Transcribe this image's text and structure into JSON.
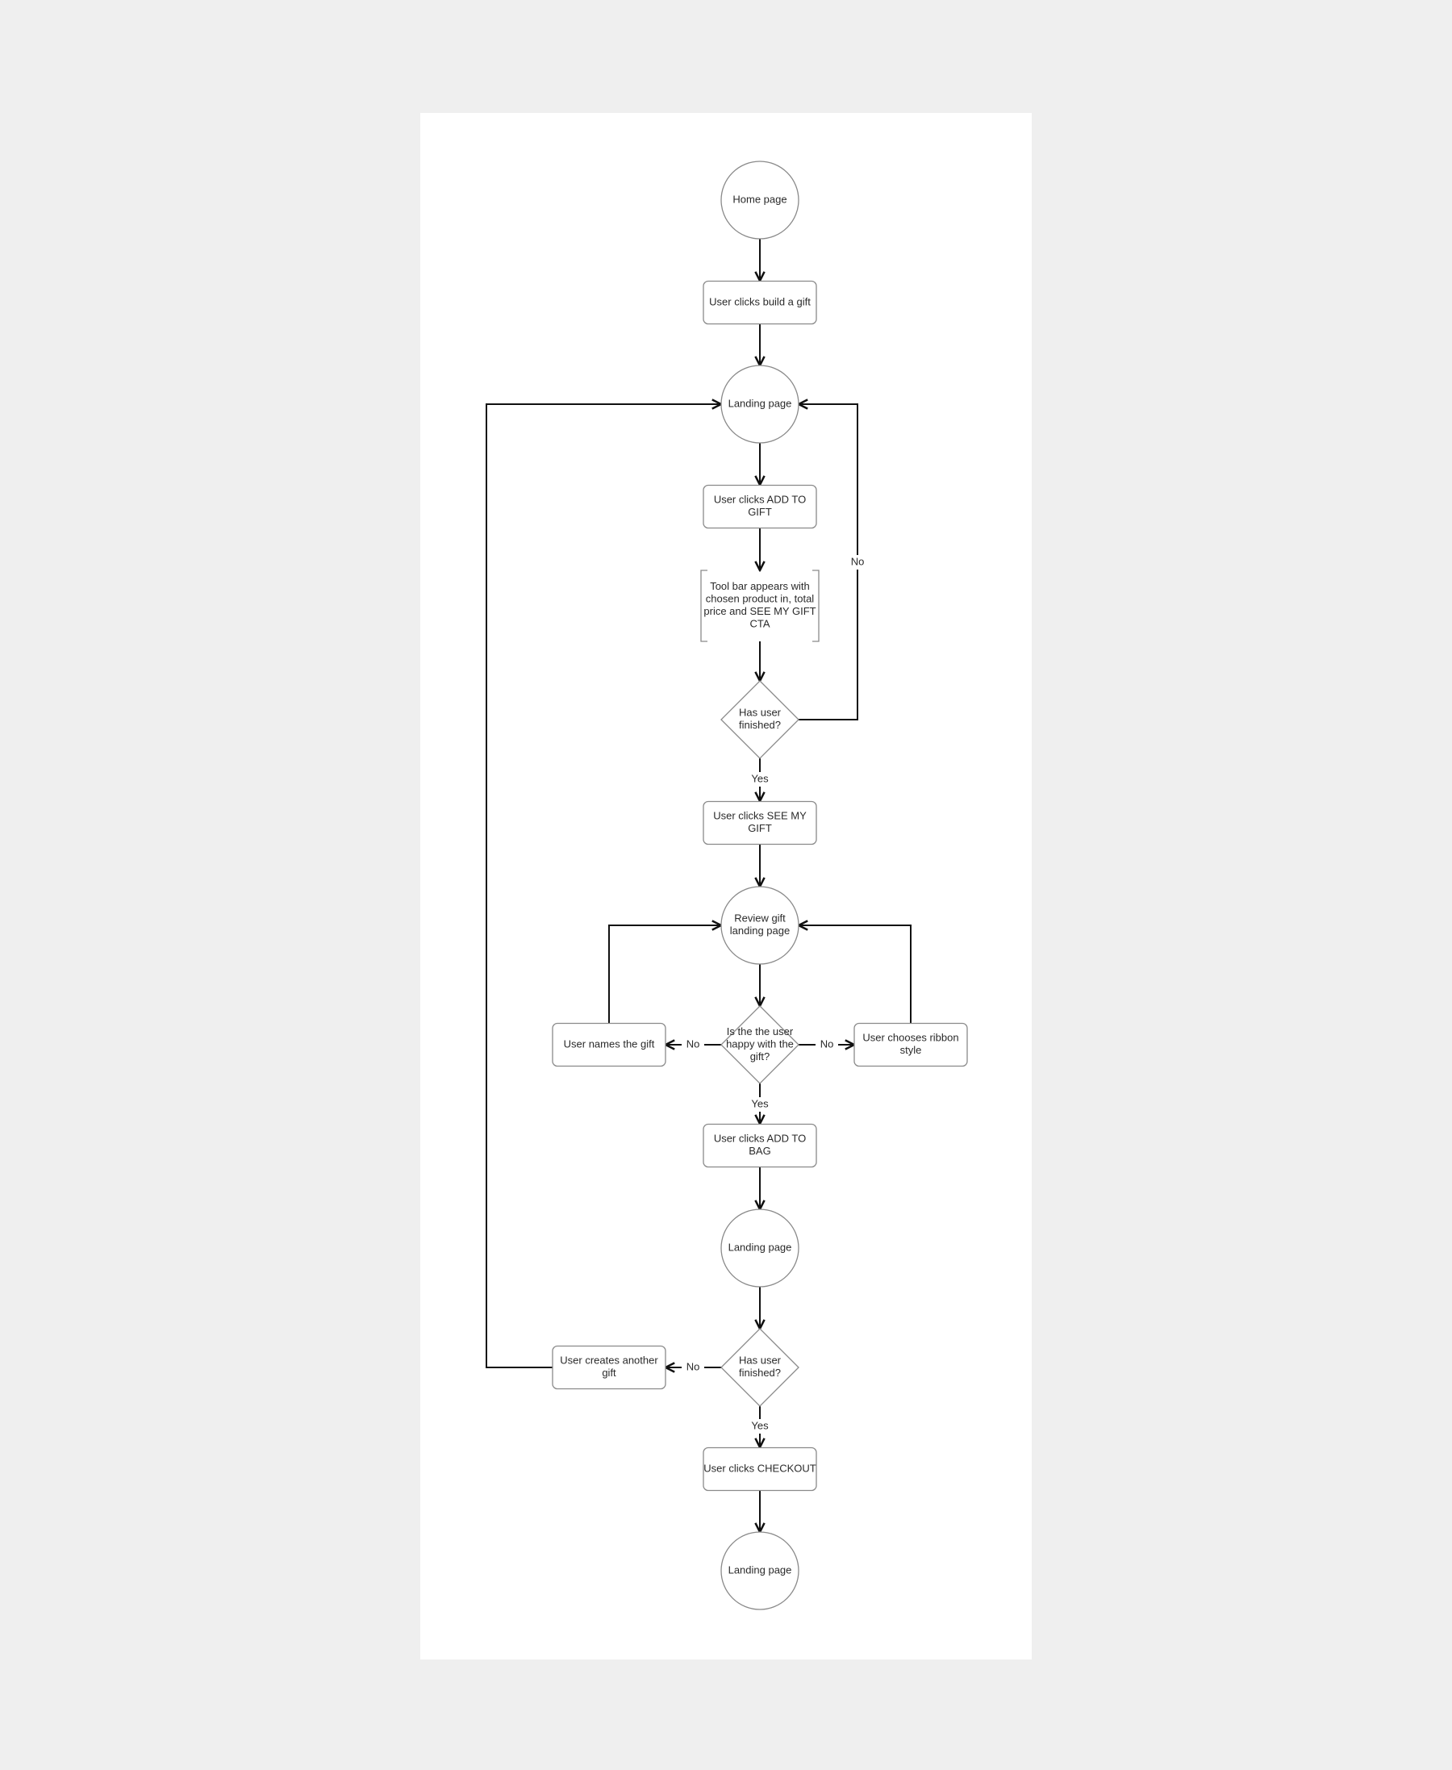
{
  "colors": {
    "page_background": "#efefef",
    "canvas_background": "#ffffff",
    "node_stroke": "#8a8a8a",
    "edge_stroke": "#111111",
    "text": "#2a2a2a"
  },
  "nodes": [
    {
      "id": "home",
      "shape": "circle",
      "lines": [
        "Home page"
      ]
    },
    {
      "id": "build_gift",
      "shape": "rect",
      "lines": [
        "User clicks build a gift"
      ]
    },
    {
      "id": "landing1",
      "shape": "circle",
      "lines": [
        "Landing page"
      ]
    },
    {
      "id": "add_to_gift",
      "shape": "rect",
      "lines": [
        "User clicks ADD TO",
        "GIFT"
      ]
    },
    {
      "id": "toolbar",
      "shape": "bracket",
      "lines": [
        "Tool bar appears with",
        "chosen product in, total",
        "price and SEE MY GIFT",
        "CTA"
      ]
    },
    {
      "id": "finished1",
      "shape": "diamond",
      "lines": [
        "Has user",
        "finished?"
      ]
    },
    {
      "id": "see_my_gift",
      "shape": "rect",
      "lines": [
        "User clicks SEE MY",
        "GIFT"
      ]
    },
    {
      "id": "review",
      "shape": "circle",
      "lines": [
        "Review gift",
        "landing page"
      ]
    },
    {
      "id": "happy",
      "shape": "diamond",
      "lines": [
        "Is the the user",
        "happy with the",
        "gift?"
      ]
    },
    {
      "id": "names_gift",
      "shape": "rect",
      "lines": [
        "User names the gift"
      ]
    },
    {
      "id": "ribbon",
      "shape": "rect",
      "lines": [
        "User chooses ribbon",
        "style"
      ]
    },
    {
      "id": "add_to_bag",
      "shape": "rect",
      "lines": [
        "User clicks ADD TO",
        "BAG"
      ]
    },
    {
      "id": "landing2",
      "shape": "circle",
      "lines": [
        "Landing page"
      ]
    },
    {
      "id": "finished2",
      "shape": "diamond",
      "lines": [
        "Has user",
        "finished?"
      ]
    },
    {
      "id": "another_gift",
      "shape": "rect",
      "lines": [
        "User creates another",
        "gift"
      ]
    },
    {
      "id": "checkout",
      "shape": "rect",
      "lines": [
        "User clicks CHECKOUT"
      ]
    },
    {
      "id": "landing3",
      "shape": "circle",
      "lines": [
        "Landing page"
      ]
    }
  ],
  "edges": [
    {
      "from": "home",
      "to": "build_gift",
      "label": ""
    },
    {
      "from": "build_gift",
      "to": "landing1",
      "label": ""
    },
    {
      "from": "landing1",
      "to": "add_to_gift",
      "label": ""
    },
    {
      "from": "add_to_gift",
      "to": "toolbar",
      "label": ""
    },
    {
      "from": "toolbar",
      "to": "finished1",
      "label": ""
    },
    {
      "from": "finished1",
      "to": "landing1",
      "label": "No"
    },
    {
      "from": "finished1",
      "to": "see_my_gift",
      "label": "Yes"
    },
    {
      "from": "see_my_gift",
      "to": "review",
      "label": ""
    },
    {
      "from": "review",
      "to": "happy",
      "label": ""
    },
    {
      "from": "happy",
      "to": "names_gift",
      "label": "No"
    },
    {
      "from": "happy",
      "to": "ribbon",
      "label": "No"
    },
    {
      "from": "names_gift",
      "to": "review",
      "label": ""
    },
    {
      "from": "ribbon",
      "to": "review",
      "label": ""
    },
    {
      "from": "happy",
      "to": "add_to_bag",
      "label": "Yes"
    },
    {
      "from": "add_to_bag",
      "to": "landing2",
      "label": ""
    },
    {
      "from": "landing2",
      "to": "finished2",
      "label": ""
    },
    {
      "from": "finished2",
      "to": "another_gift",
      "label": "No"
    },
    {
      "from": "another_gift",
      "to": "landing1",
      "label": ""
    },
    {
      "from": "finished2",
      "to": "checkout",
      "label": "Yes"
    },
    {
      "from": "checkout",
      "to": "landing3",
      "label": ""
    }
  ]
}
